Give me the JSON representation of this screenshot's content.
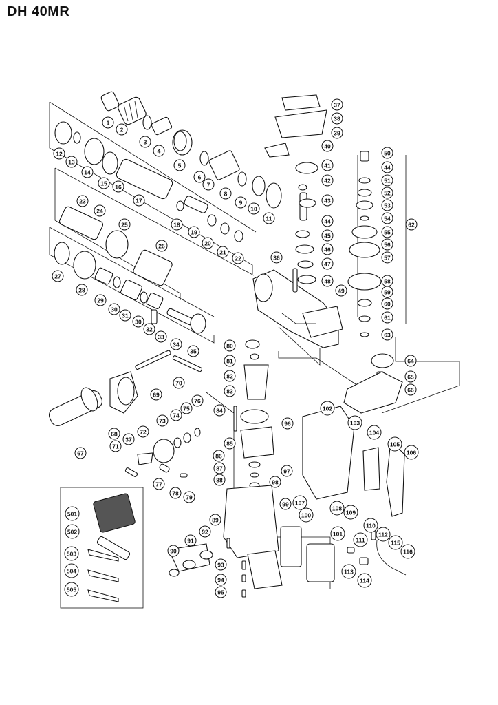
{
  "title": "DH  40MR",
  "callouts": [
    "1",
    "2",
    "3",
    "4",
    "5",
    "6",
    "7",
    "8",
    "9",
    "10",
    "11",
    "12",
    "13",
    "14",
    "15",
    "16",
    "17",
    "18",
    "19",
    "20",
    "21",
    "22",
    "23",
    "24",
    "25",
    "26",
    "27",
    "28",
    "29",
    "30",
    "30",
    "31",
    "32",
    "33",
    "34",
    "35",
    "36",
    "37",
    "37",
    "38",
    "39",
    "40",
    "41",
    "42",
    "43",
    "44",
    "44",
    "45",
    "46",
    "47",
    "48",
    "49",
    "50",
    "51",
    "52",
    "53",
    "54",
    "55",
    "56",
    "57",
    "58",
    "59",
    "60",
    "61",
    "62",
    "63",
    "64",
    "65",
    "66",
    "67",
    "68",
    "69",
    "70",
    "71",
    "72",
    "73",
    "74",
    "75",
    "76",
    "77",
    "78",
    "79",
    "80",
    "81",
    "82",
    "83",
    "84",
    "85",
    "86",
    "87",
    "88",
    "89",
    "90",
    "91",
    "92",
    "93",
    "94",
    "95",
    "96",
    "97",
    "98",
    "99",
    "100",
    "101",
    "102",
    "103",
    "104",
    "105",
    "106",
    "107",
    "108",
    "109",
    "110",
    "111",
    "112",
    "113",
    "114",
    "115",
    "116",
    "501",
    "502",
    "503",
    "504",
    "505"
  ]
}
